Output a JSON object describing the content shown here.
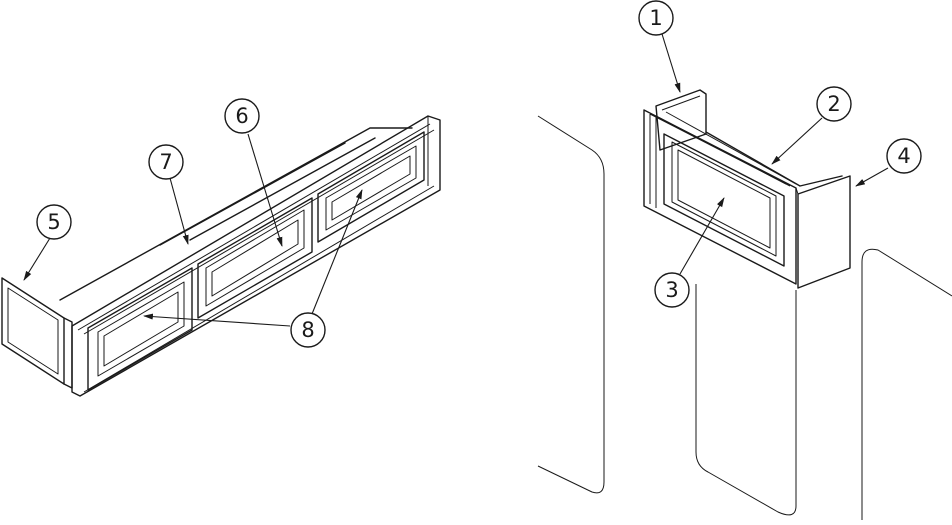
{
  "diagram": {
    "callouts": [
      {
        "id": "c1",
        "label": "1"
      },
      {
        "id": "c2",
        "label": "2"
      },
      {
        "id": "c3",
        "label": "3"
      },
      {
        "id": "c4",
        "label": "4"
      },
      {
        "id": "c5",
        "label": "5"
      },
      {
        "id": "c6",
        "label": "6"
      },
      {
        "id": "c7",
        "label": "7"
      },
      {
        "id": "c8",
        "label": "8"
      }
    ],
    "line_color": "#1a1a1a",
    "background_color": "#ffffff"
  }
}
